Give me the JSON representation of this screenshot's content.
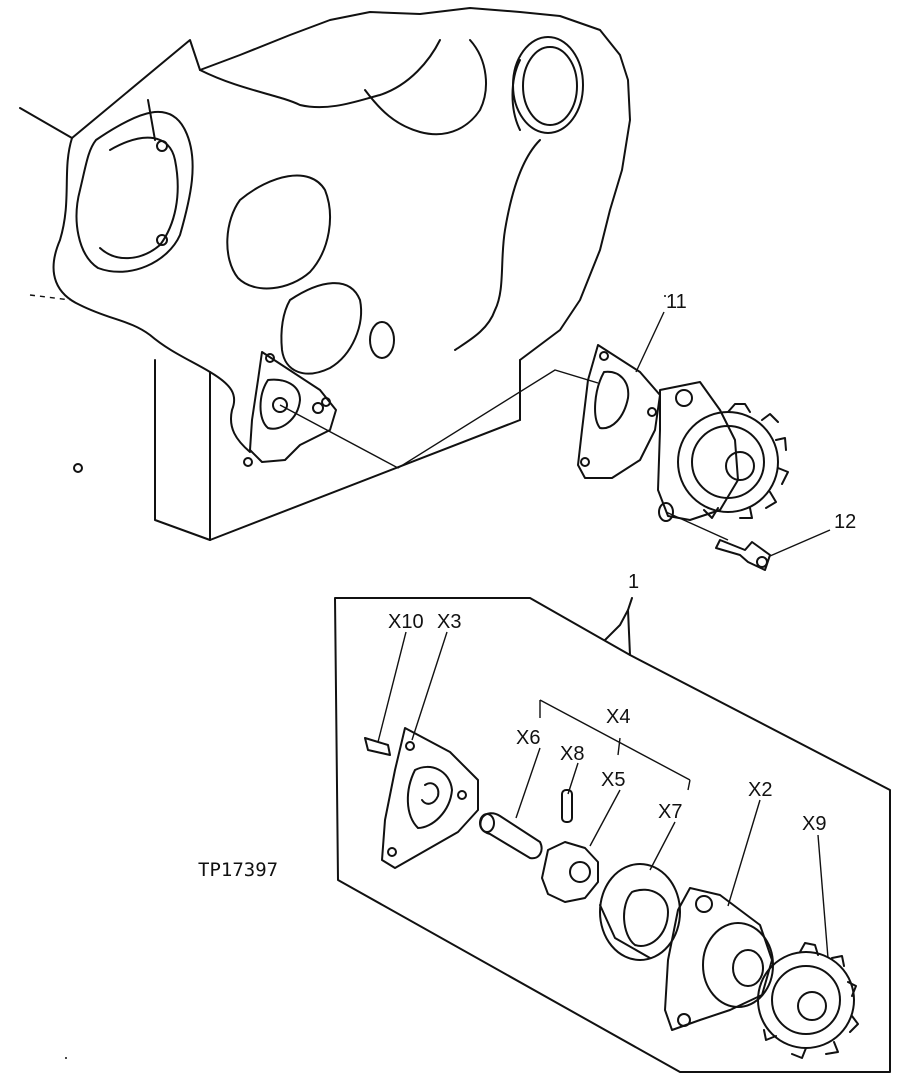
{
  "figure_code": "TP17397",
  "callouts": {
    "c1": "1",
    "c2": "X2",
    "c3": "X3",
    "c4": "X4",
    "c5": "X5",
    "c6": "X6",
    "c7": "X7",
    "c8": "X8",
    "c9": "X9",
    "c10": "X10",
    "c11": "11",
    "c12": "12"
  }
}
